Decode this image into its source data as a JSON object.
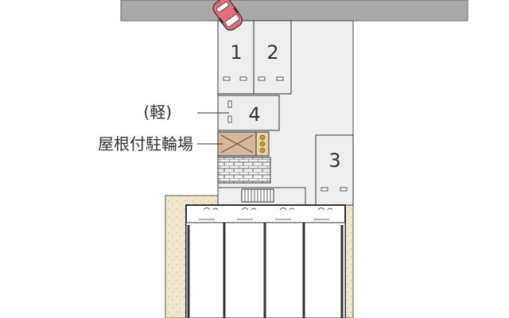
{
  "site_plan": {
    "parking_spaces": [
      {
        "id": "space-1",
        "number": "1"
      },
      {
        "id": "space-2",
        "number": "2"
      },
      {
        "id": "space-4",
        "number": "4"
      },
      {
        "id": "space-3",
        "number": "3"
      }
    ],
    "light_vehicle_note": "(軽)",
    "bicycle_shelter_label": "屋根付駐輪場"
  },
  "colors": {
    "road": "#a8a8a8",
    "road_edge": "#666666",
    "parking_surface": "#eeeeee",
    "paved_area": "#e8e8e8",
    "gravel_border": "#f0e6cc",
    "bicycle_shelter": "#d7b79a",
    "car_body": "#e86c7c",
    "building_outline": "#333333"
  },
  "icons": [
    "car-icon",
    "bicycle-shelter-icon",
    "stairs-icon",
    "brick-wall-icon",
    "unit-door-icon"
  ]
}
